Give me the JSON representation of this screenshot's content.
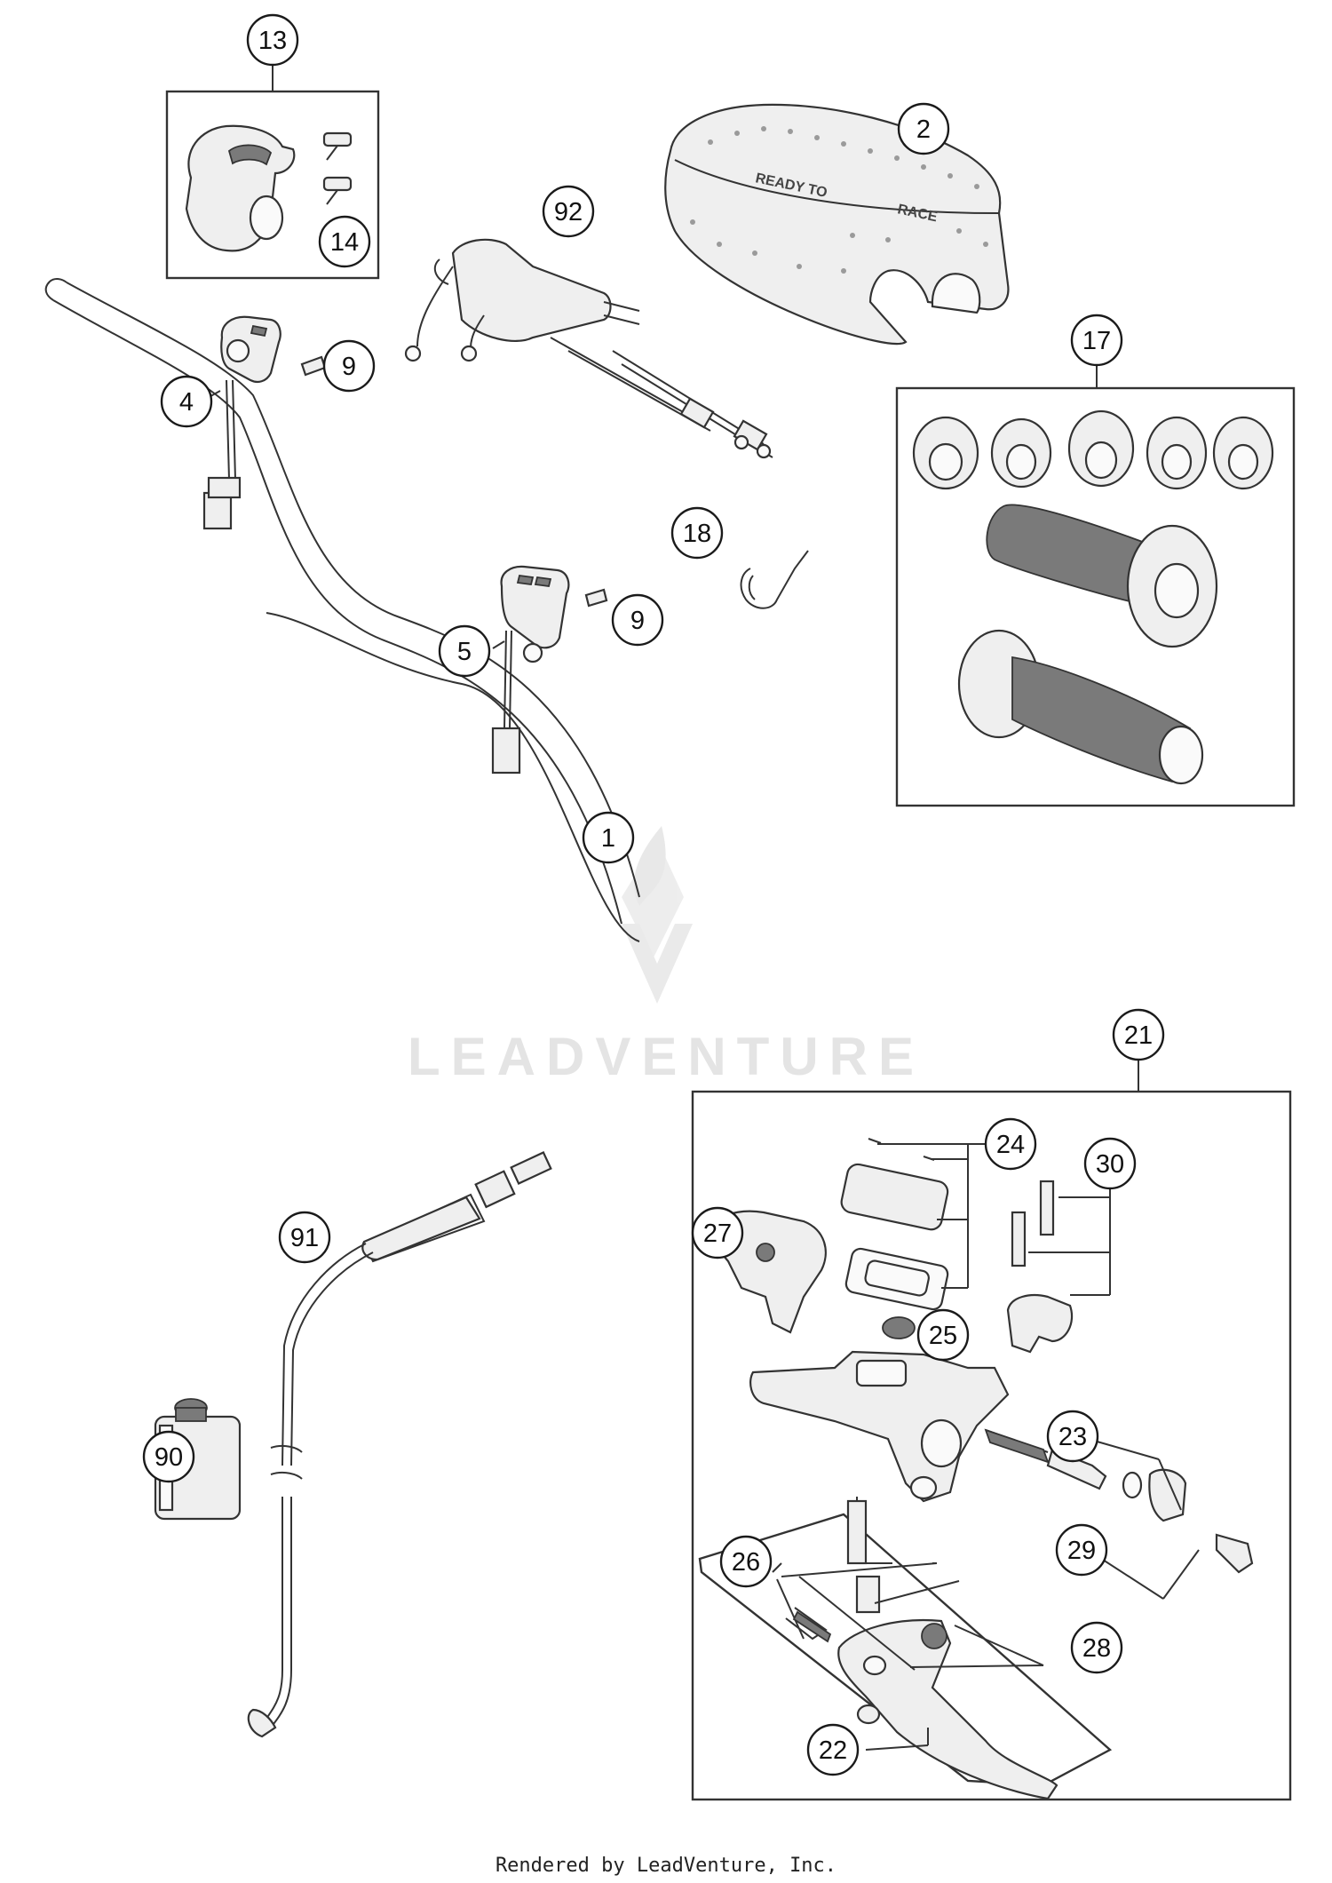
{
  "callouts": [
    {
      "id": "c13",
      "label": "13"
    },
    {
      "id": "c14",
      "label": "14"
    },
    {
      "id": "c2",
      "label": "2"
    },
    {
      "id": "c92",
      "label": "92"
    },
    {
      "id": "c4",
      "label": "4"
    },
    {
      "id": "c9a",
      "label": "9"
    },
    {
      "id": "c17",
      "label": "17"
    },
    {
      "id": "c18",
      "label": "18"
    },
    {
      "id": "c9b",
      "label": "9"
    },
    {
      "id": "c5",
      "label": "5"
    },
    {
      "id": "c1",
      "label": "1"
    },
    {
      "id": "c21",
      "label": "21"
    },
    {
      "id": "c24",
      "label": "24"
    },
    {
      "id": "c30",
      "label": "30"
    },
    {
      "id": "c27",
      "label": "27"
    },
    {
      "id": "c91",
      "label": "91"
    },
    {
      "id": "c25",
      "label": "25"
    },
    {
      "id": "c90",
      "label": "90"
    },
    {
      "id": "c23",
      "label": "23"
    },
    {
      "id": "c26",
      "label": "26"
    },
    {
      "id": "c29",
      "label": "29"
    },
    {
      "id": "c28",
      "label": "28"
    },
    {
      "id": "c22",
      "label": "22"
    }
  ],
  "pad_text": {
    "line1": "READY TO",
    "line2": "RACE"
  },
  "watermark": "LEADVENTURE",
  "footer": "Rendered by LeadVenture, Inc."
}
